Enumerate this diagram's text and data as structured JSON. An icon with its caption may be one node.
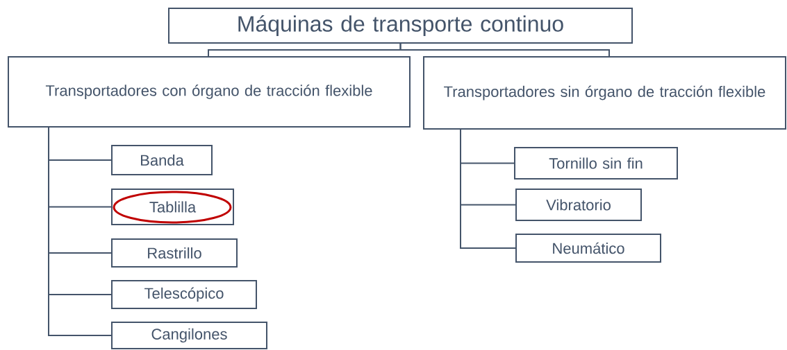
{
  "diagram": {
    "nodes": [
      {
        "text": [
          "Máquinas de transporte continuo"
        ]
      },
      {
        "text": [
          "Transportadores con órgano de tracción flexible"
        ]
      },
      {
        "text": [
          "Transportadores sin órgano de tracción flexible"
        ]
      },
      {
        "text": [
          "Banda"
        ]
      },
      {
        "text": [
          "Tablilla"
        ]
      },
      {
        "text": [
          "Rastrillo"
        ]
      },
      {
        "text": [
          "Telescópico"
        ]
      },
      {
        "text": [
          "Cangilones"
        ]
      },
      {
        "text": [
          "Tornillo sin fin"
        ]
      },
      {
        "text": [
          "Vibratorio"
        ]
      },
      {
        "text": [
          "Neumático"
        ]
      }
    ],
    "edges": [
      {
        "from": 0,
        "to": 1,
        "arrow": "none"
      },
      {
        "from": 0,
        "to": 2,
        "arrow": "none"
      },
      {
        "from": 1,
        "to": 3,
        "arrow": "none"
      },
      {
        "from": 1,
        "to": 4,
        "arrow": "none"
      },
      {
        "from": 1,
        "to": 5,
        "arrow": "none"
      },
      {
        "from": 1,
        "to": 6,
        "arrow": "none"
      },
      {
        "from": 1,
        "to": 7,
        "arrow": "none"
      },
      {
        "from": 2,
        "to": 8,
        "arrow": "none"
      },
      {
        "from": 2,
        "to": 9,
        "arrow": "none"
      },
      {
        "from": 2,
        "to": 10,
        "arrow": "none"
      }
    ]
  }
}
